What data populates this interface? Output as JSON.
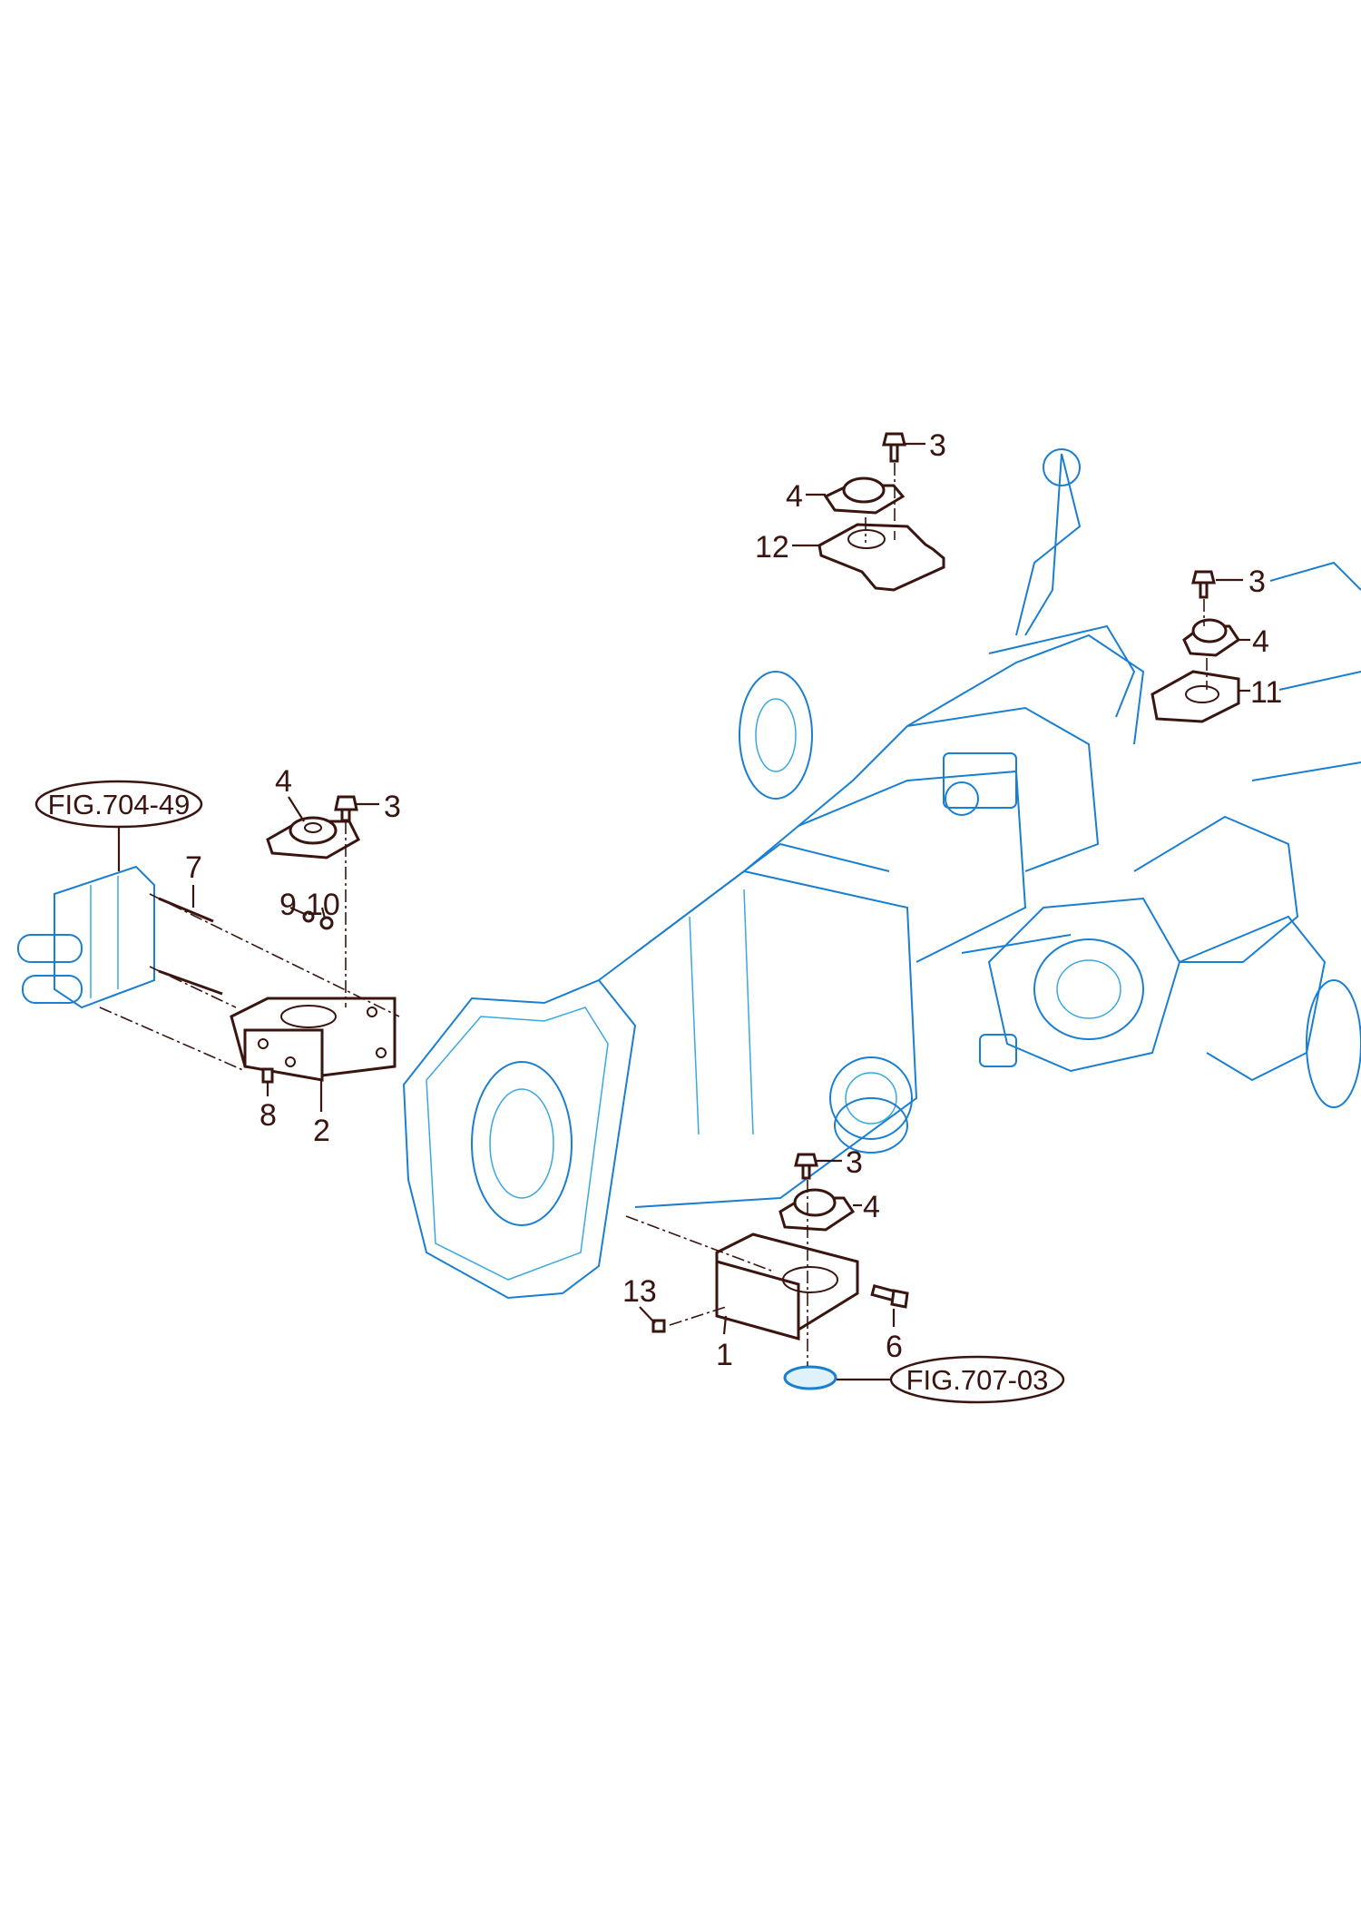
{
  "callouts": {
    "c1": "1",
    "c2": "2",
    "c3a": "3",
    "c3b": "3",
    "c3c": "3",
    "c3d": "3",
    "c4a": "4",
    "c4b": "4",
    "c4c": "4",
    "c4d": "4",
    "c6": "6",
    "c7": "7",
    "c8": "8",
    "c9": "9",
    "c10": "10",
    "c11": "11",
    "c12": "12",
    "c13": "13"
  },
  "references": {
    "fig_left": "FIG.704-49",
    "fig_bottom": "FIG.707-03"
  },
  "colors": {
    "assembly_line": "#1a7fd0",
    "part_line": "#3a1510"
  }
}
